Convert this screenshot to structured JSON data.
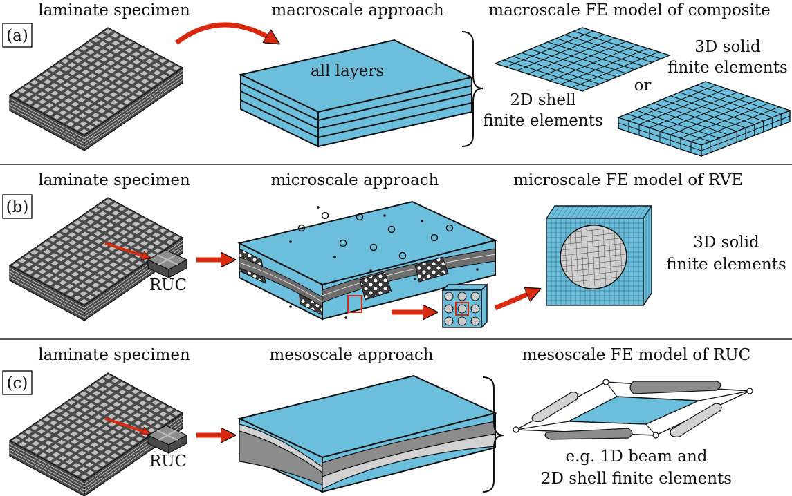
{
  "colors": {
    "blue": "#6bbfdd",
    "dark_gray": "#4a4a4a",
    "cell_gray": "#bdbdbd",
    "mid_gray": "#8c8c8c",
    "light_gray": "#d2d2d2",
    "arrow_red": "#d92a10",
    "outline": "#111111"
  },
  "row_a": {
    "tag": "(a)",
    "specimen_label": "laminate specimen",
    "approach_label": "macroscale approach",
    "model_label": "macroscale FE model of composite",
    "block_text": "all layers",
    "shell_line1": "2D shell",
    "shell_line2": "finite elements",
    "or_text": "or",
    "solid_line1": "3D solid",
    "solid_line2": "finite elements"
  },
  "row_b": {
    "tag": "(b)",
    "specimen_label": "laminate specimen",
    "approach_label": "microscale approach",
    "model_label": "microscale FE model of RVE",
    "ruc_label": "RUC",
    "solid_line1": "3D solid",
    "solid_line2": "finite elements"
  },
  "row_c": {
    "tag": "(c)",
    "specimen_label": "laminate specimen",
    "approach_label": "mesoscale approach",
    "model_label": "mesoscale FE model of RUC",
    "ruc_label": "RUC",
    "note_line1": "e.g. 1D beam and",
    "note_line2": "2D shell finite elements"
  }
}
